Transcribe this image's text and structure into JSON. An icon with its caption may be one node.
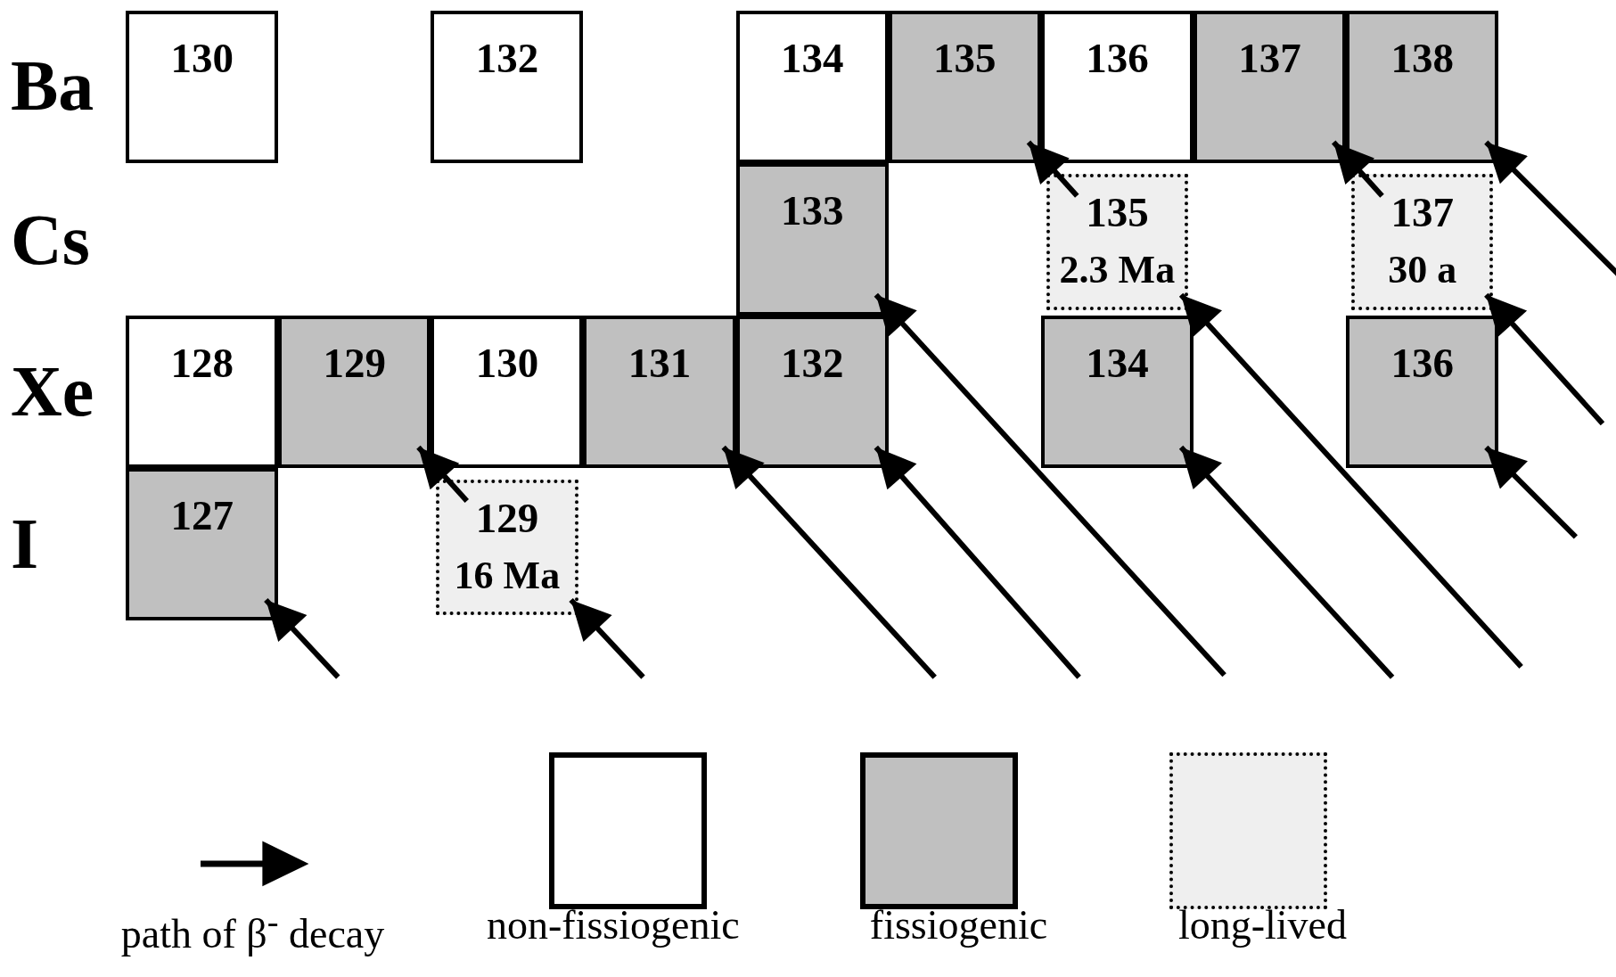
{
  "diagram": {
    "nodes": [
      {
        "text": [
          "130"
        ]
      },
      {
        "text": [
          "132"
        ]
      },
      {
        "text": [
          "134"
        ]
      },
      {
        "text": [
          "135"
        ]
      },
      {
        "text": [
          "136"
        ]
      },
      {
        "text": [
          "137"
        ]
      },
      {
        "text": [
          "138"
        ]
      },
      {
        "text": [
          "133"
        ]
      },
      {
        "text": [
          "135",
          "2.3 Ma"
        ]
      },
      {
        "text": [
          "137",
          "30 a"
        ]
      },
      {
        "text": [
          "128"
        ]
      },
      {
        "text": [
          "129"
        ]
      },
      {
        "text": [
          "130"
        ]
      },
      {
        "text": [
          "131"
        ]
      },
      {
        "text": [
          "132"
        ]
      },
      {
        "text": [
          "134"
        ]
      },
      {
        "text": [
          "136"
        ]
      },
      {
        "text": [
          "127"
        ]
      },
      {
        "text": [
          "129",
          "16 Ma"
        ]
      }
    ],
    "edges": [
      {
        "from": null,
        "to": 17,
        "arrow": "to"
      },
      {
        "from": null,
        "to": 18,
        "arrow": "to"
      },
      {
        "from": 18,
        "to": 11,
        "arrow": "to"
      },
      {
        "from": null,
        "to": 13,
        "arrow": "to"
      },
      {
        "from": null,
        "to": 14,
        "arrow": "to"
      },
      {
        "from": null,
        "to": 7,
        "arrow": "to"
      },
      {
        "from": null,
        "to": 15,
        "arrow": "to"
      },
      {
        "from": null,
        "to": 8,
        "arrow": "to"
      },
      {
        "from": null,
        "to": 16,
        "arrow": "to"
      },
      {
        "from": null,
        "to": 9,
        "arrow": "to"
      },
      {
        "from": 8,
        "to": 3,
        "arrow": "to"
      },
      {
        "from": null,
        "to": 6,
        "arrow": "to"
      },
      {
        "from": 9,
        "to": 5,
        "arrow": "to"
      }
    ],
    "labels": [
      "Ba",
      "Cs",
      "Xe",
      "I"
    ],
    "legend": [
      {
        "text": "path of β$^{-}$ decay"
      },
      {
        "text": "non-fissiogenic",
        "color": "#ffffff"
      },
      {
        "text": "fissiogenic",
        "color": "#c0c0c0"
      },
      {
        "text": "long-lived",
        "color": "#efefef"
      }
    ]
  }
}
